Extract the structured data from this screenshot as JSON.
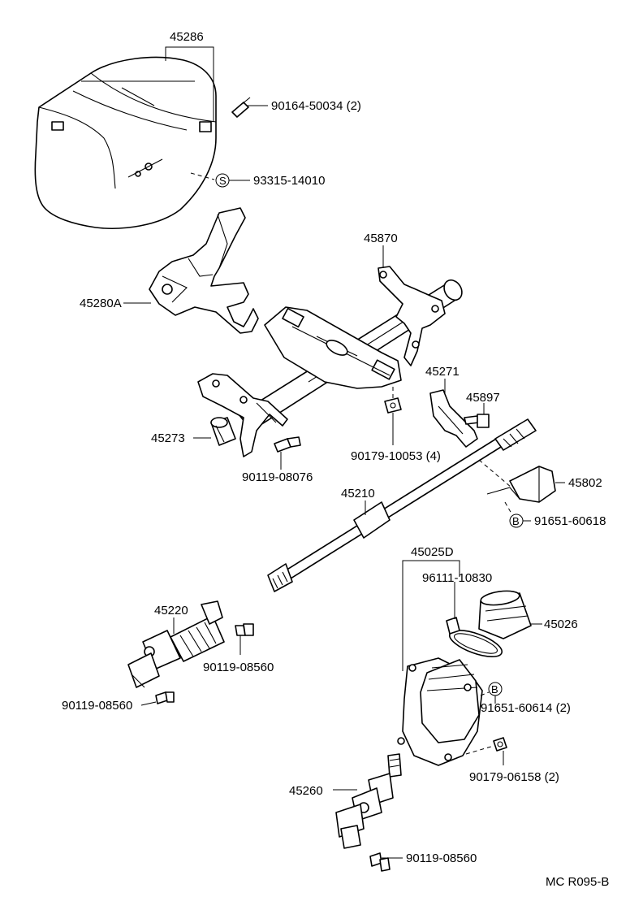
{
  "diagram": {
    "code": "MC R095-B",
    "parts": {
      "cover_upper": "45286",
      "screw_cover": "90164-50034 (2)",
      "screw_s": "93315-14010",
      "screw_s_symbol": "S",
      "bracket_upper": "45280A",
      "bracket_right": "45870",
      "spacer": "45273",
      "bolt_spacer": "90119-08076",
      "nut_mount": "90179-10053 (4)",
      "clamp": "45271",
      "bolt_clamp": "45897",
      "shaft_main": "45210",
      "cover_lower": "45802",
      "bolt_b1": "91651-60618",
      "b_symbol": "B",
      "u_joint_upper": "45220",
      "bolt_uj1": "90119-08560",
      "bolt_uj2": "90119-08560",
      "boot_assy": "45025D",
      "clamp_band": "96111-10830",
      "boot": "45026",
      "bolt_b2": "91651-60614 (2)",
      "nut_boot": "90179-06158 (2)",
      "u_joint_lower": "45260",
      "bolt_uj3": "90119-08560"
    }
  }
}
